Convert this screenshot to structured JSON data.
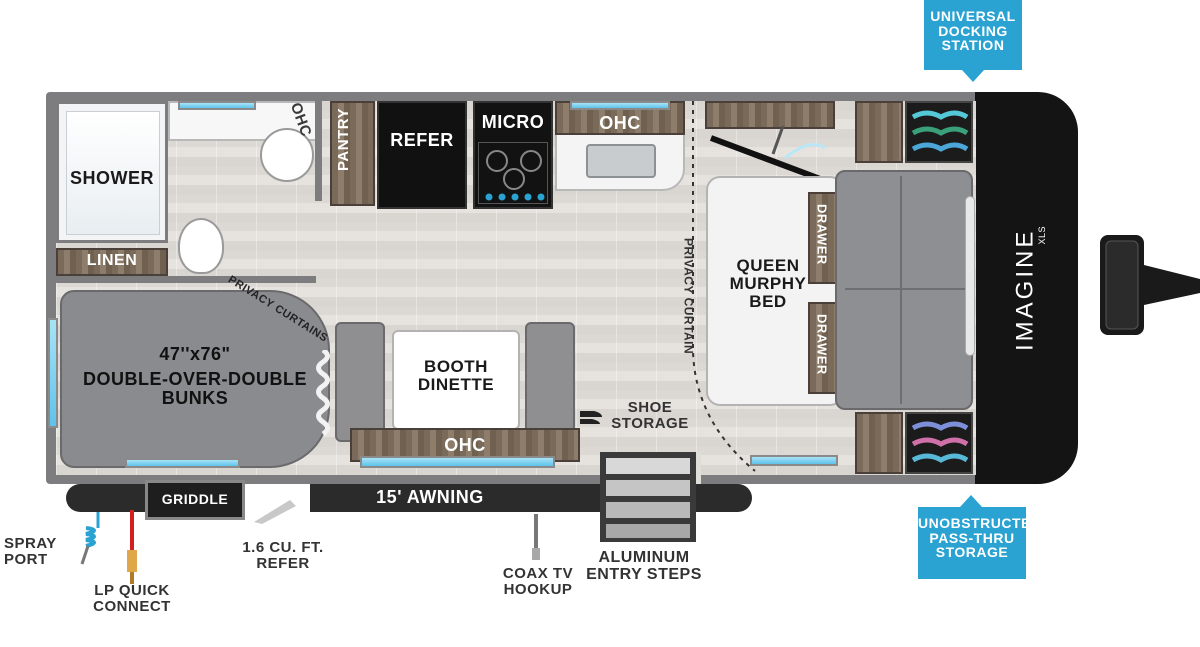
{
  "colors": {
    "badge_blue": "#2aa3d3",
    "outer_wall": "#7d7d80",
    "floor": "#dedbd6",
    "front_cap": "#141414",
    "cabinet": "#5b5048",
    "window": "#6ac8ec",
    "cushion": "#8f8f92"
  },
  "badges": {
    "docking": [
      "UNIVERSAL",
      "DOCKING",
      "STATION"
    ],
    "passthru": [
      "UNOBSTRUCTED",
      "PASS-THRU",
      "STORAGE"
    ]
  },
  "rooms": {
    "shower": "SHOWER",
    "linen": "LINEN",
    "ohc_bath": "OHC",
    "pantry": "PANTRY",
    "refer": "REFER",
    "micro": "MICRO",
    "ohc_kitchen": "OHC",
    "bunks_size": "47''x76\"",
    "bunks_name": [
      "DOUBLE-OVER-DOUBLE",
      "BUNKS"
    ],
    "privacy_curtains": "PRIVACY CURTAINS",
    "booth_dinette": [
      "BOOTH",
      "DINETTE"
    ],
    "ohc_dinette": "OHC",
    "shoe_storage": [
      "SHOE",
      "STORAGE"
    ],
    "privacy_curtain": "PRIVACY CURTAIN",
    "queen_bed": [
      "QUEEN",
      "MURPHY",
      "BED"
    ],
    "drawer_top": "DRAWER",
    "drawer_bottom": "DRAWER"
  },
  "exterior": {
    "griddle": "GRIDDLE",
    "awning": "15' AWNING",
    "spray_port": [
      "SPRAY",
      "PORT"
    ],
    "lp_connect": [
      "LP QUICK",
      "CONNECT"
    ],
    "refer_outside": [
      "1.6 CU. FT.",
      "REFER"
    ],
    "coax": [
      "COAX TV",
      "HOOKUP"
    ],
    "entry_steps": [
      "ALUMINUM",
      "ENTRY STEPS"
    ]
  },
  "brand": {
    "name": "IMAGINE",
    "model": "XLS"
  },
  "icons": [
    "shower-icon",
    "sink-icon",
    "toilet-icon",
    "stove-icon",
    "tv-icon",
    "hitch-icon",
    "hose-icon",
    "lp-valve-icon",
    "coax-cable-icon",
    "shoe-icon"
  ]
}
